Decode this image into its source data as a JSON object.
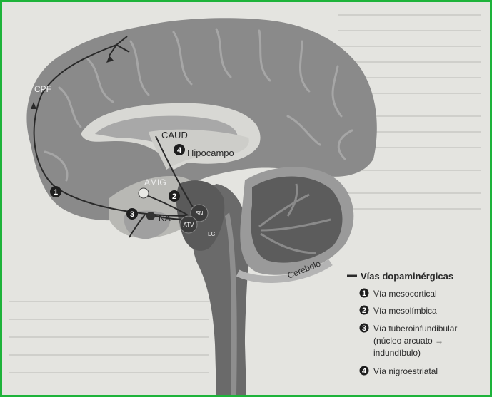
{
  "colors": {
    "frame": "#1db33a",
    "paper": "#e4e4e0",
    "cortex": "#8a8a8a",
    "deep": "#5e5e5e",
    "light": "#d6d6d2",
    "pathway": "#2a2a2a"
  },
  "labels": {
    "cpf": "CPF",
    "caud": "CAUD",
    "hipocampo": "Hipocampo",
    "amig": "AMIG",
    "na": "NA",
    "sn": "SN",
    "atv": "ATV",
    "lc": "LC",
    "cerebelo": "Cerebelo"
  },
  "markers": {
    "m1": "1",
    "m2": "2",
    "m3": "3",
    "m4": "4"
  },
  "legend": {
    "title": "Vías dopaminérgicas",
    "items": [
      {
        "num": "1",
        "lines": [
          "Vía mesocortical"
        ]
      },
      {
        "num": "2",
        "lines": [
          "Vía mesolímbica"
        ]
      },
      {
        "num": "3",
        "lines": [
          "Vía tuberoinfundibular",
          "(núcleo arcuato →",
          "indundíbulo)"
        ]
      },
      {
        "num": "4",
        "lines": [
          "Vía nigroestriatal"
        ]
      }
    ]
  }
}
